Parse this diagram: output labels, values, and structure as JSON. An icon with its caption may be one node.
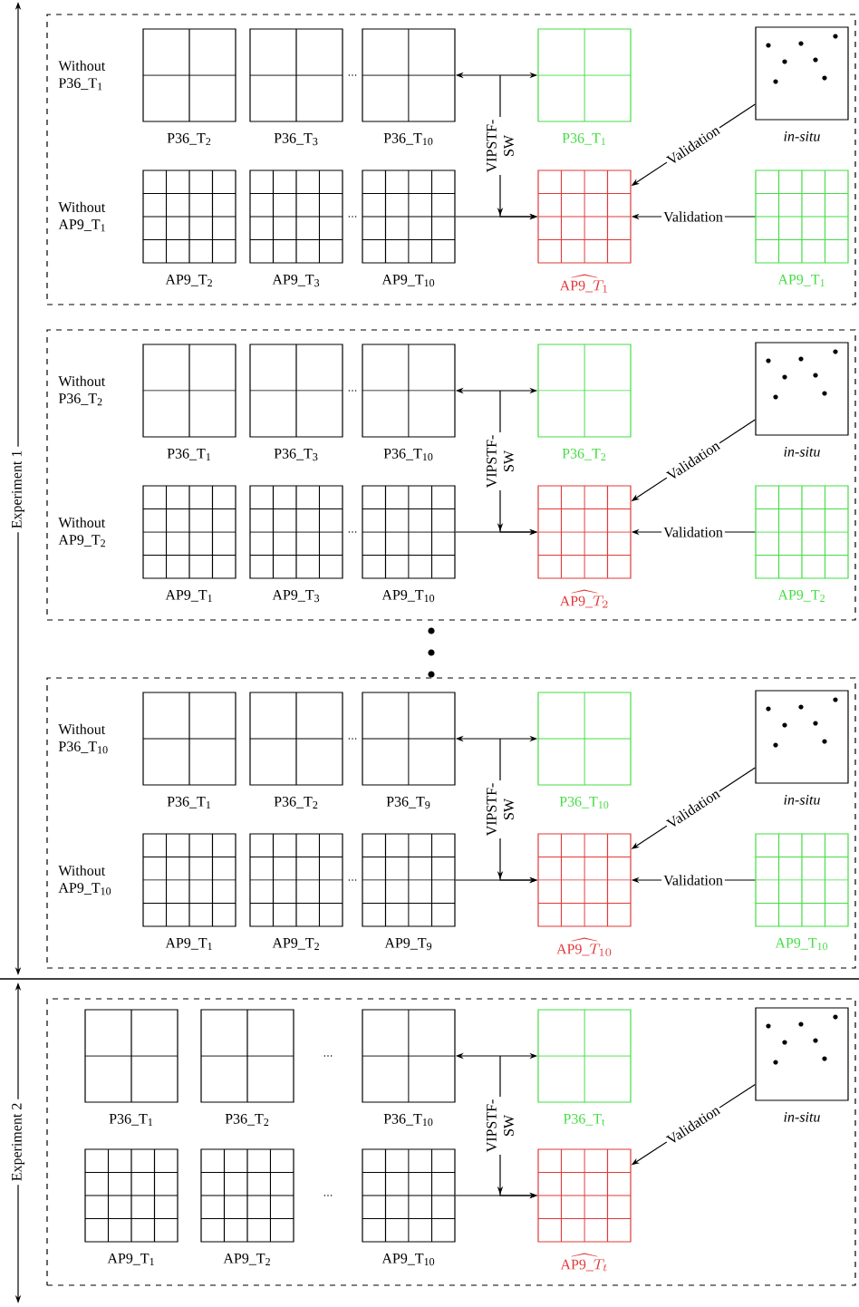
{
  "diagram": {
    "nodes": [
      {
        "text": [
          "Without P36_T$_{1}$",
          "Without AP9_T$_{1}$"
        ]
      },
      {
        "text": [
          "P36_T$_{2}$"
        ],
        "in": 0
      },
      {
        "text": [
          "P36_T$_{3}$"
        ],
        "in": 0
      },
      {
        "text": [
          "P36_T$_{10}$"
        ],
        "in": 0
      },
      {
        "text": [
          "P36_T$_{1}$"
        ],
        "in": 0
      },
      {
        "text": [
          "in-situ"
        ],
        "in": 0
      },
      {
        "text": [
          "AP9_T$_{2}$"
        ],
        "in": 0
      },
      {
        "text": [
          "AP9_T$_{3}$"
        ],
        "in": 0
      },
      {
        "text": [
          "AP9_T$_{10}$"
        ],
        "in": 0
      },
      {
        "text": [
          "\\widehat{\\mathrm{AP9}\\_T_{1}}"
        ],
        "in": 0
      },
      {
        "text": [
          "AP9_T$_{1}$"
        ],
        "in": 0
      },
      {
        "text": [
          "Without P36_T$_{2}$",
          "Without AP9_T$_{2}$"
        ]
      },
      {
        "text": [
          "P36_T$_{1}$"
        ],
        "in": 11
      },
      {
        "text": [
          "P36_T$_{3}$"
        ],
        "in": 11
      },
      {
        "text": [
          "P36_T$_{10}$"
        ],
        "in": 11
      },
      {
        "text": [
          "P36_T$_{2}$"
        ],
        "in": 11
      },
      {
        "text": [
          "in-situ"
        ],
        "in": 11
      },
      {
        "text": [
          "AP9_T$_{1}$"
        ],
        "in": 11
      },
      {
        "text": [
          "AP9_T$_{3}$"
        ],
        "in": 11
      },
      {
        "text": [
          "AP9_T$_{10}$"
        ],
        "in": 11
      },
      {
        "text": [
          "\\widehat{\\mathrm{AP9}\\_T_{2}}"
        ],
        "in": 11
      },
      {
        "text": [
          "AP9_T$_{2}$"
        ],
        "in": 11
      },
      {
        "text": [
          "Without P36_T$_{10}$",
          "Without AP9_T$_{10}$"
        ]
      },
      {
        "text": [
          "P36_T$_{1}$"
        ],
        "in": 22
      },
      {
        "text": [
          "P36_T$_{2}$"
        ],
        "in": 22
      },
      {
        "text": [
          "P36_T$_{9}$"
        ],
        "in": 22
      },
      {
        "text": [
          "P36_T$_{10}$"
        ],
        "in": 22
      },
      {
        "text": [
          "in-situ"
        ],
        "in": 22
      },
      {
        "text": [
          "AP9_T$_{1}$"
        ],
        "in": 22
      },
      {
        "text": [
          "AP9_T$_{2}$"
        ],
        "in": 22
      },
      {
        "text": [
          "AP9_T$_{9}$"
        ],
        "in": 22
      },
      {
        "text": [
          "\\widehat{\\mathrm{AP9}\\_T_{10}}"
        ],
        "in": 22
      },
      {
        "text": [
          "AP9_T$_{10}$"
        ],
        "in": 22
      },
      {
        "text": [],
        "shape": "box"
      },
      {
        "text": [
          "P36_T$_{1}$"
        ],
        "in": 33
      },
      {
        "text": [
          "P36_T$_{2}$"
        ],
        "in": 33
      },
      {
        "text": [
          "P36_T$_{10}$"
        ],
        "in": 33
      },
      {
        "text": [
          "P36_T$_{t}$"
        ],
        "in": 33
      },
      {
        "text": [
          "in-situ"
        ],
        "in": 33
      },
      {
        "text": [
          "AP9_T$_{1}$"
        ],
        "in": 33
      },
      {
        "text": [
          "AP9_T$_{2}$"
        ],
        "in": 33
      },
      {
        "text": [
          "AP9_T$_{10}$"
        ],
        "in": 33
      },
      {
        "text": [
          "\\widehat{\\mathrm{AP9}\\_T_{t}}"
        ],
        "in": 33
      }
    ],
    "edges": [
      {
        "from": 3,
        "to": 4,
        "arrow": "both"
      },
      {
        "from": null,
        "to": 9,
        "arrow": "to",
        "label": "VIPSTF-SW"
      },
      {
        "from": 8,
        "to": 9,
        "arrow": "to"
      },
      {
        "from": 5,
        "to": 9,
        "arrow": "to",
        "label": "Validation"
      },
      {
        "from": 10,
        "to": 9,
        "arrow": "to",
        "label": "Validation"
      },
      {
        "from": 14,
        "to": 15,
        "arrow": "both"
      },
      {
        "from": null,
        "to": 20,
        "arrow": "to",
        "label": "VIPSTF-SW"
      },
      {
        "from": 19,
        "to": 20,
        "arrow": "to"
      },
      {
        "from": 16,
        "to": 20,
        "arrow": "to",
        "label": "Validation"
      },
      {
        "from": 21,
        "to": 20,
        "arrow": "to",
        "label": "Validation"
      },
      {
        "from": 25,
        "to": 26,
        "arrow": "both"
      },
      {
        "from": null,
        "to": 31,
        "arrow": "to",
        "label": "VIPSTF-SW"
      },
      {
        "from": 30,
        "to": 31,
        "arrow": "to"
      },
      {
        "from": 27,
        "to": 31,
        "arrow": "to",
        "label": "Validation"
      },
      {
        "from": 32,
        "to": 31,
        "arrow": "to",
        "label": "Validation"
      },
      {
        "from": 36,
        "to": 37,
        "arrow": "both"
      },
      {
        "from": null,
        "to": 42,
        "arrow": "to",
        "label": "VIPSTF-SW"
      },
      {
        "from": 41,
        "to": 42,
        "arrow": "to"
      },
      {
        "from": 38,
        "to": 42,
        "arrow": "to",
        "label": "Validation"
      }
    ],
    "labels": [
      "Experiment 1",
      "Experiment 2"
    ]
  }
}
